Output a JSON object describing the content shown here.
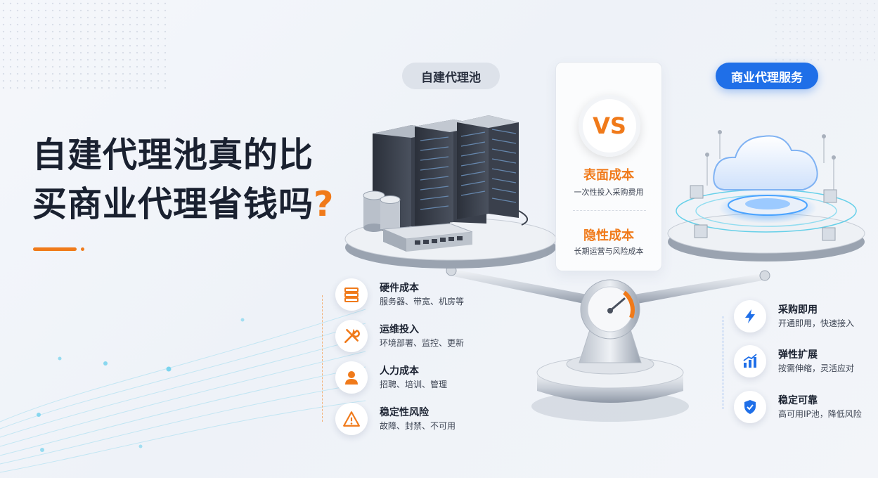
{
  "headline": {
    "line1": "自建代理池真的比",
    "line2": "买商业代理省钱吗",
    "question_mark": "?"
  },
  "labels": {
    "self_built": "自建代理池",
    "commercial": "商业代理服务"
  },
  "vs_panel": {
    "vs": "VS",
    "surface_cost_title": "表面成本",
    "surface_cost_desc": "一次性投入采购费用",
    "hidden_cost_title": "隐性成本",
    "hidden_cost_desc": "长期运营与风险成本"
  },
  "left_items": [
    {
      "title": "硬件成本",
      "desc": "服务器、带宽、机房等",
      "icon": "server-icon"
    },
    {
      "title": "运维投入",
      "desc": "环境部署、监控、更新",
      "icon": "wrench-icon"
    },
    {
      "title": "人力成本",
      "desc": "招聘、培训、管理",
      "icon": "person-icon"
    },
    {
      "title": "稳定性风险",
      "desc": "故障、封禁、不可用",
      "icon": "warning-icon"
    }
  ],
  "right_items": [
    {
      "title": "采购即用",
      "desc": "开通即用，快速接入",
      "icon": "lightning-icon"
    },
    {
      "title": "弹性扩展",
      "desc": "按需伸缩，灵活应对",
      "icon": "chart-up-icon"
    },
    {
      "title": "稳定可靠",
      "desc": "高可用IP池，降低风险",
      "icon": "shield-icon"
    }
  ],
  "colors": {
    "accent_orange": "#f07a1a",
    "accent_blue": "#1f6fe8",
    "text_dark": "#1a2130"
  }
}
